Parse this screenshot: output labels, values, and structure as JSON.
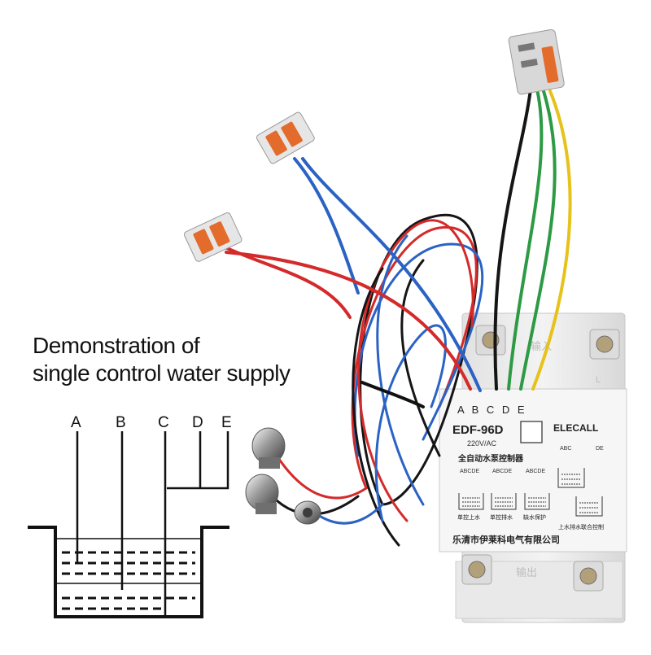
{
  "caption": {
    "line1": "Demonstration of",
    "line2": "single control water supply"
  },
  "diagram": {
    "probe_labels": [
      "A",
      "B",
      "C",
      "D",
      "E"
    ]
  },
  "controller": {
    "terminal_labels": "A B C D E",
    "model": "EDF-96D",
    "voltage": "220V/AC",
    "brand": "ELECALL",
    "product_name": "全自动水泵控制器",
    "mode_labels": [
      "单控上水",
      "单控排水",
      "缺水保护",
      "上水排水联合控制"
    ],
    "mode_terminal_text": [
      "ABCDE",
      "ABCDE",
      "ABCDE",
      "ABC",
      "DE"
    ],
    "company": "乐清市伊莱科电气有限公司",
    "input_label": "输入",
    "output_label": "输出",
    "side_mark": "L"
  },
  "colors": {
    "wire_red": "#d42a2a",
    "wire_blue": "#2a63c4",
    "wire_black": "#151515",
    "wire_green": "#2d9a45",
    "wire_yellow": "#e6c21a",
    "connector_orange": "#e36b2c",
    "housing_white": "#eeeeee"
  }
}
